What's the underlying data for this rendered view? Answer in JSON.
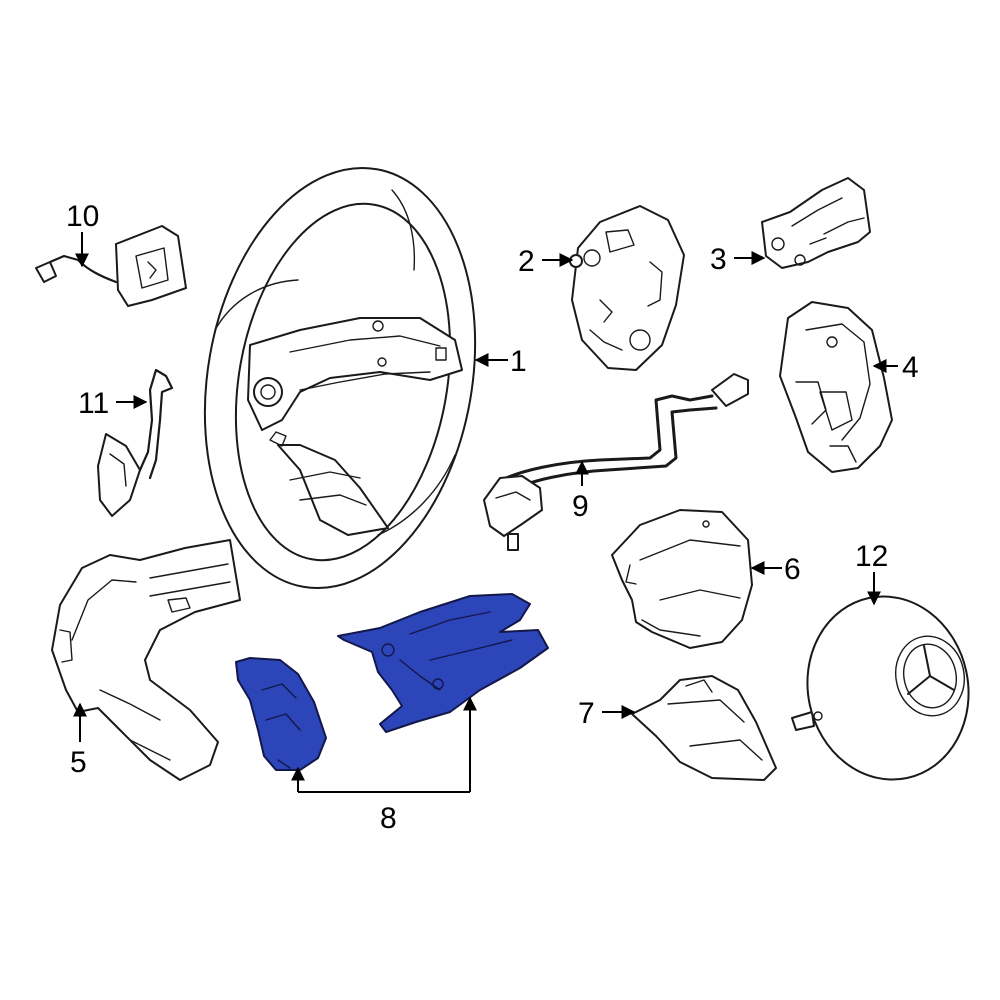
{
  "diagram": {
    "highlight_color": "#2c45b8",
    "callouts": [
      {
        "id": "c1",
        "text": "1"
      },
      {
        "id": "c2",
        "text": "2"
      },
      {
        "id": "c3",
        "text": "3"
      },
      {
        "id": "c4",
        "text": "4"
      },
      {
        "id": "c5",
        "text": "5"
      },
      {
        "id": "c6",
        "text": "6"
      },
      {
        "id": "c7",
        "text": "7"
      },
      {
        "id": "c8",
        "text": "8"
      },
      {
        "id": "c9",
        "text": "9"
      },
      {
        "id": "c10",
        "text": "10"
      },
      {
        "id": "c11",
        "text": "11"
      },
      {
        "id": "c12",
        "text": "12"
      }
    ]
  }
}
